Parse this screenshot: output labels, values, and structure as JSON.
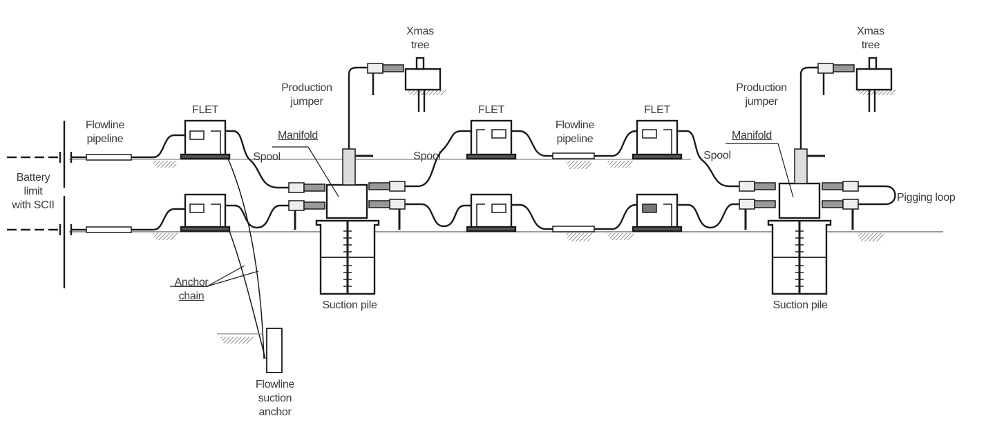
{
  "diagram": {
    "type": "subsea field layout schematic",
    "labels": {
      "flowline_pipeline_left": "Flowline\npipeline",
      "flowline_pipeline_mid": "Flowline\npipeline",
      "battery_limit": "Battery\nlimit\nwith SCII",
      "flet_1": "FLET",
      "flet_2": "FLET",
      "flet_3": "FLET",
      "spool_1": "Spool",
      "spool_2": "Spool",
      "spool_3": "Spool",
      "manifold_1": "Manifold",
      "manifold_2": "Manifold",
      "production_jumper_1": "Production\njumper",
      "production_jumper_2": "Production\njumper",
      "xmas_tree_1": "Xmas\ntree",
      "xmas_tree_2": "Xmas\ntree",
      "suction_pile_1": "Suction pile",
      "suction_pile_2": "Suction pile",
      "anchor_chain": "Anchor\nchain",
      "flowline_suction_anchor": "Flowline\nsuction\nanchor",
      "pigging_loop": "Pigging loop"
    },
    "colors": {
      "line": "#1a1a1a",
      "seabed_hatch": "#8a8a8a",
      "label": "#3a3a3a",
      "background": "#ffffff"
    }
  }
}
